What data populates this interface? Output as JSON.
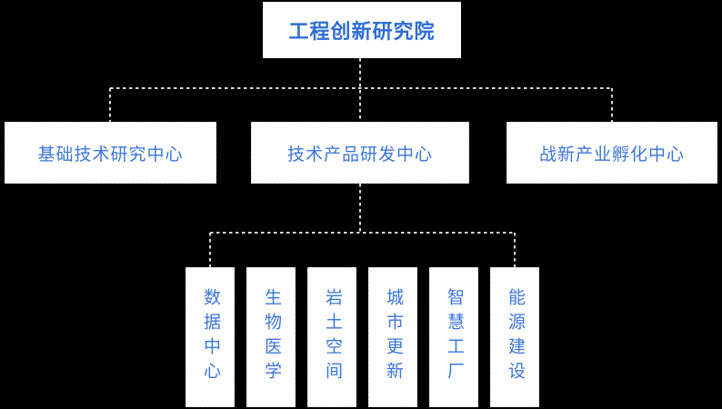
{
  "page": {
    "background_color": "#000000",
    "box_background": "#ffffff",
    "title_text_color": "#2e6ed5",
    "node_text_color": "#3b76d8",
    "box_border_color": "#d9e1f3",
    "connector_color": "#d8d8d8",
    "connector_style": "dotted"
  },
  "org": {
    "root": {
      "label": "工程创新研究院"
    },
    "centers": [
      {
        "label": "基础技术研究中心"
      },
      {
        "label": "技术产品研发中心"
      },
      {
        "label": "战新产业孵化中心"
      }
    ],
    "departments": [
      {
        "label": "数据中心"
      },
      {
        "label": "生物医学"
      },
      {
        "label": "岩土空间"
      },
      {
        "label": "城市更新"
      },
      {
        "label": "智慧工厂"
      },
      {
        "label": "能源建设"
      }
    ]
  }
}
